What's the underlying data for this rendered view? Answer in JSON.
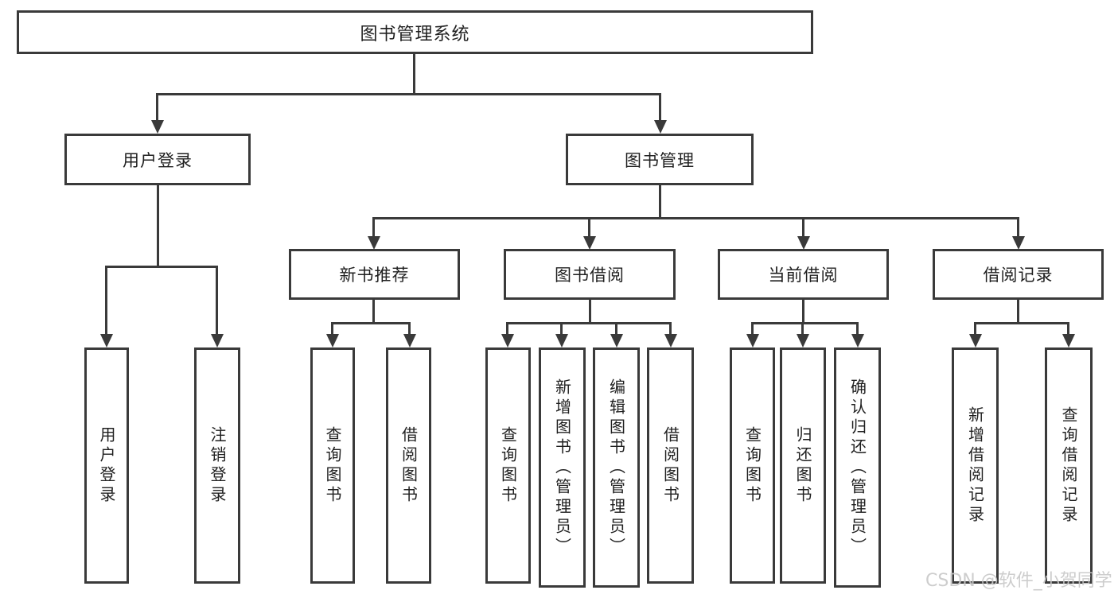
{
  "title": "图书管理系统",
  "watermark": "CSDN @软件_小贺同学",
  "colors": {
    "line": "#3a3a3a",
    "text": "#1f1f1f",
    "bg": "#ffffff",
    "watermark": "#c8c8c8"
  },
  "tree": {
    "label": "图书管理系统",
    "children": [
      {
        "label": "用户登录",
        "children": [
          {
            "label": "用户登录"
          },
          {
            "label": "注销登录"
          }
        ]
      },
      {
        "label": "图书管理",
        "children": [
          {
            "label": "新书推荐",
            "children": [
              {
                "label": "查询图书"
              },
              {
                "label": "借阅图书"
              }
            ]
          },
          {
            "label": "图书借阅",
            "children": [
              {
                "label": "查询图书"
              },
              {
                "label": "新增图书（管理员）"
              },
              {
                "label": "编辑图书（管理员）"
              },
              {
                "label": "借阅图书"
              }
            ]
          },
          {
            "label": "当前借阅",
            "children": [
              {
                "label": "查询图书"
              },
              {
                "label": "归还图书"
              },
              {
                "label": "确认归还（管理员）"
              }
            ]
          },
          {
            "label": "借阅记录",
            "children": [
              {
                "label": "新增借阅记录"
              },
              {
                "label": "查询借阅记录"
              }
            ]
          }
        ]
      }
    ]
  }
}
